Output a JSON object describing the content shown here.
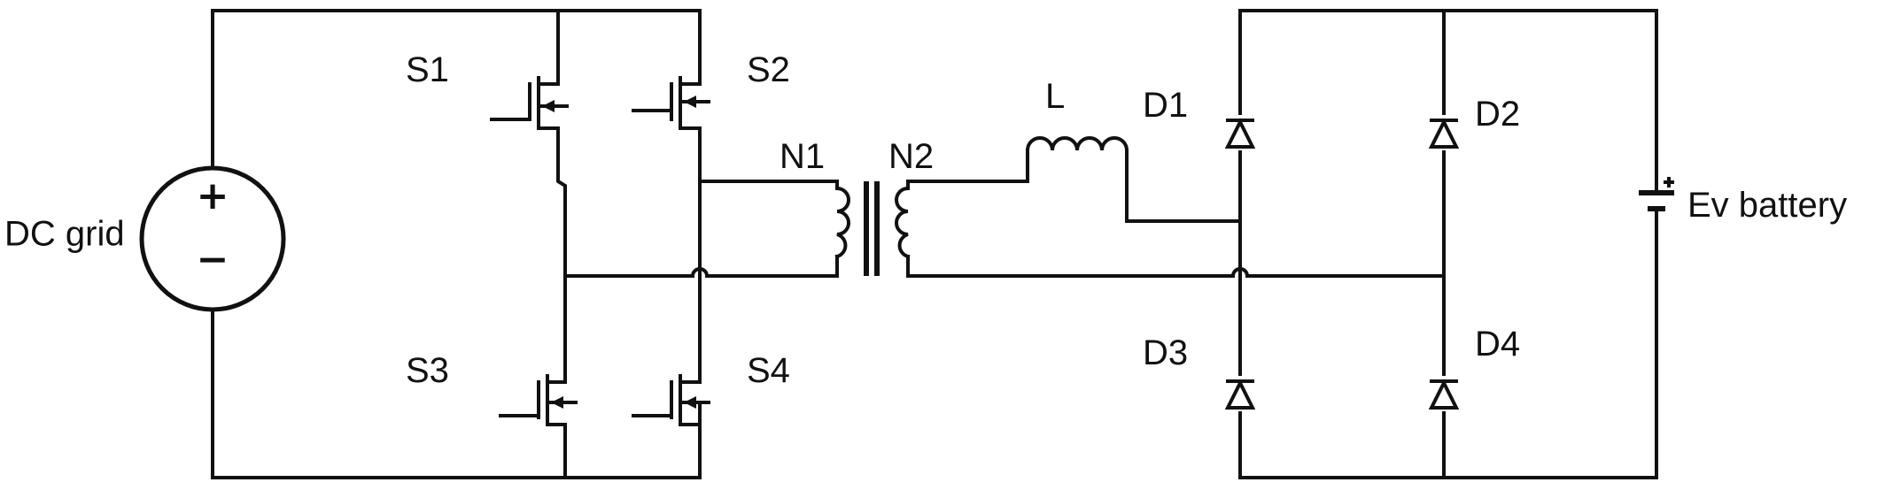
{
  "labels": {
    "source": "DC grid",
    "source_plus": "+",
    "source_minus": "−",
    "s1": "S1",
    "s2": "S2",
    "s3": "S3",
    "s4": "S4",
    "n1": "N1",
    "n2": "N2",
    "inductor": "L",
    "d1": "D1",
    "d2": "D2",
    "d3": "D3",
    "d4": "D4",
    "battery": "Ev battery"
  },
  "colors": {
    "wire": "#111111",
    "background": "#ffffff"
  }
}
